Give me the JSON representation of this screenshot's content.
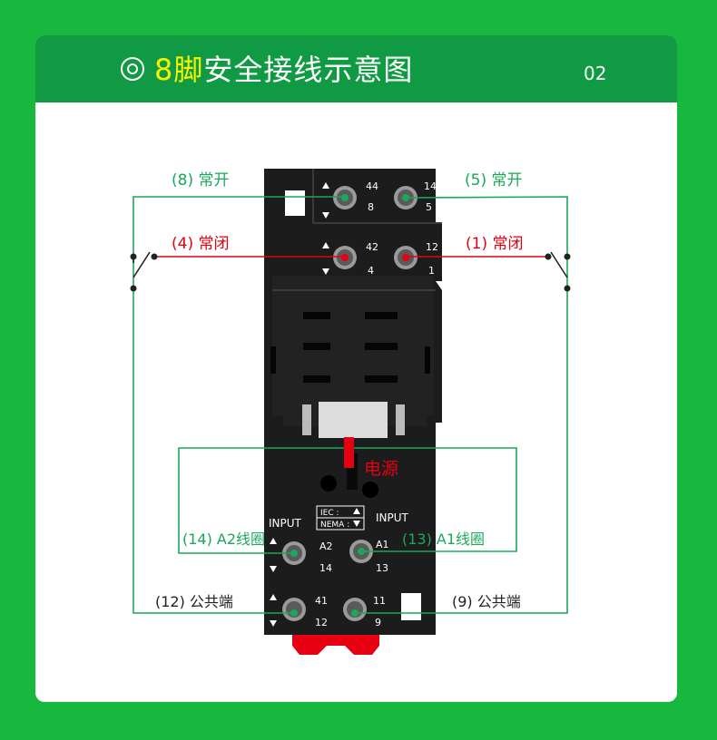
{
  "header": {
    "icon": "double-circle-icon",
    "title_highlight": "8脚",
    "title_rest": "安全接线示意图",
    "page_number": "02"
  },
  "labels": {
    "no_left": "(8) 常开",
    "no_right": "(5) 常开",
    "nc_left": "(4) 常闭",
    "nc_right": "(1) 常闭",
    "power": "电源",
    "coil_left": "(14) A2线圈",
    "coil_right": "(13) A1线圈",
    "com_left": "(12) 公共端",
    "com_right": "(9) 公共端"
  },
  "socket": {
    "t_44": "44",
    "t_8": "8",
    "t_14top": "14",
    "t_5": "5",
    "t_42": "42",
    "t_4": "4",
    "t_12top": "12",
    "t_1": "1",
    "input_left": "INPUT",
    "input_right": "INPUT",
    "iec": "IEC :",
    "nema": "NEMA :",
    "a2": "A2",
    "t_14": "14",
    "a1": "A1",
    "t_13": "13",
    "t_41": "41",
    "t_12": "12",
    "t_11": "11",
    "t_9": "9"
  },
  "colors": {
    "background": "#18b83e",
    "header": "#0f9a43",
    "highlight": "#f7f400",
    "wire_green": "#1aa85a",
    "wire_red": "#e60012",
    "socket_body": "#1c1c1c"
  }
}
